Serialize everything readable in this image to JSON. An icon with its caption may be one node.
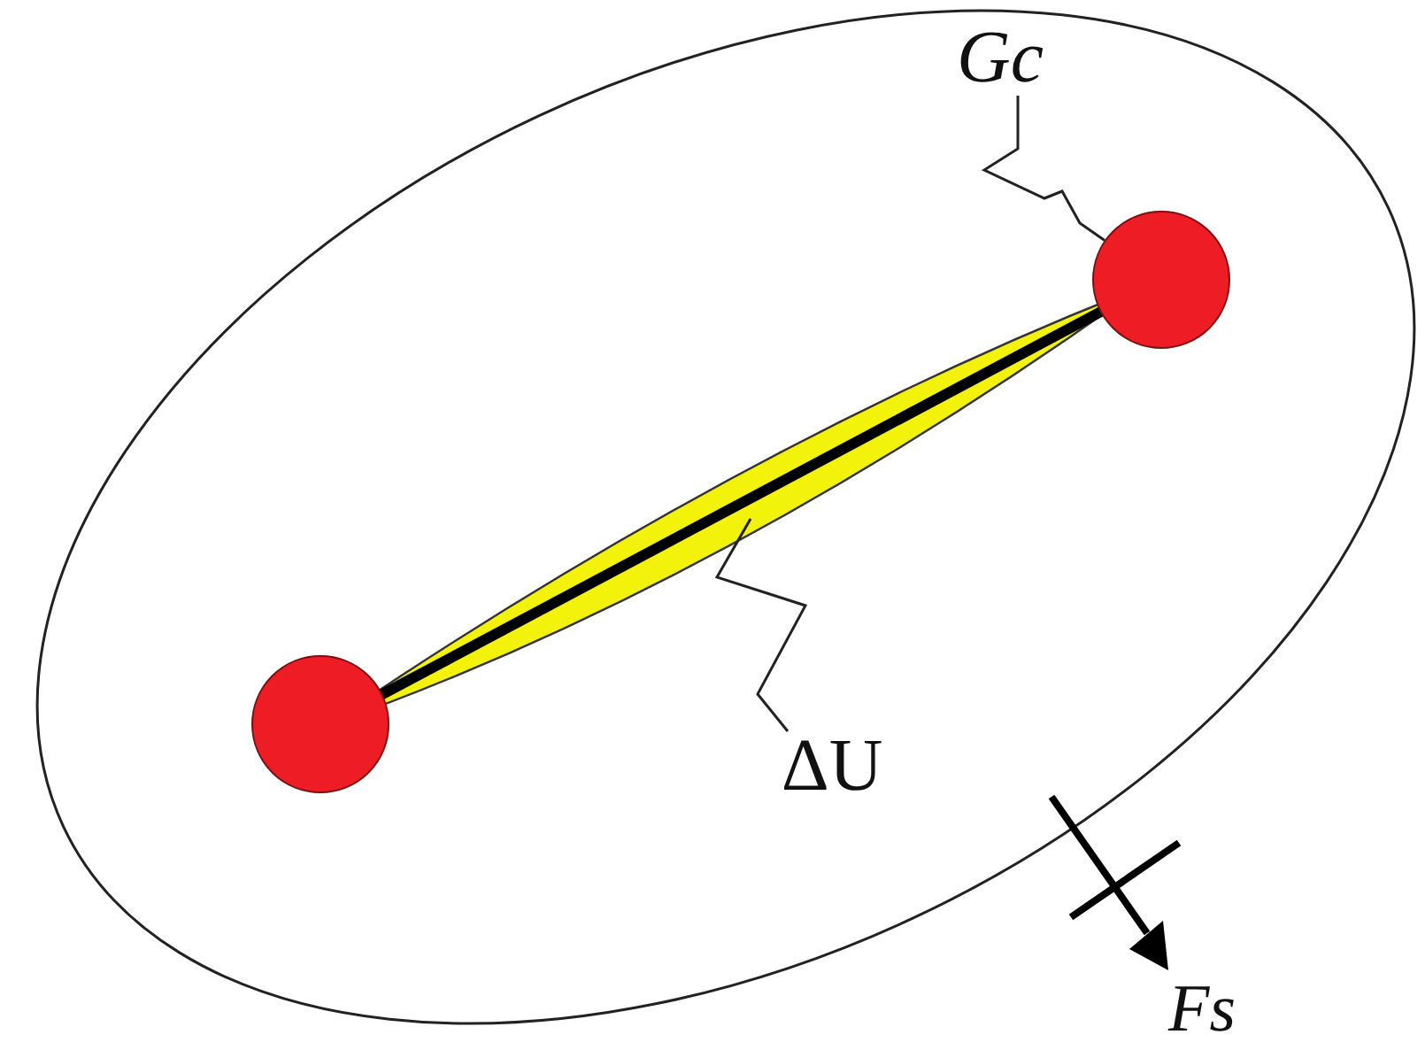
{
  "diagram": {
    "nodes": [
      {
        "text": [],
        "shape": "ellipse"
      },
      {
        "text": [],
        "shape": "circle",
        "in": 0
      },
      {
        "text": [],
        "shape": "bar",
        "in": 0
      },
      {
        "text": [],
        "shape": "circle",
        "in": 0
      },
      {
        "text": [
          "Gc"
        ],
        "in": 0
      },
      {
        "text": [
          "ΔU"
        ],
        "in": 0
      }
    ],
    "edges": [
      {
        "from": 4,
        "to": 3,
        "arrow": "none"
      },
      {
        "from": 5,
        "to": 2,
        "arrow": "none"
      }
    ],
    "labels": [
      "Fs"
    ]
  }
}
